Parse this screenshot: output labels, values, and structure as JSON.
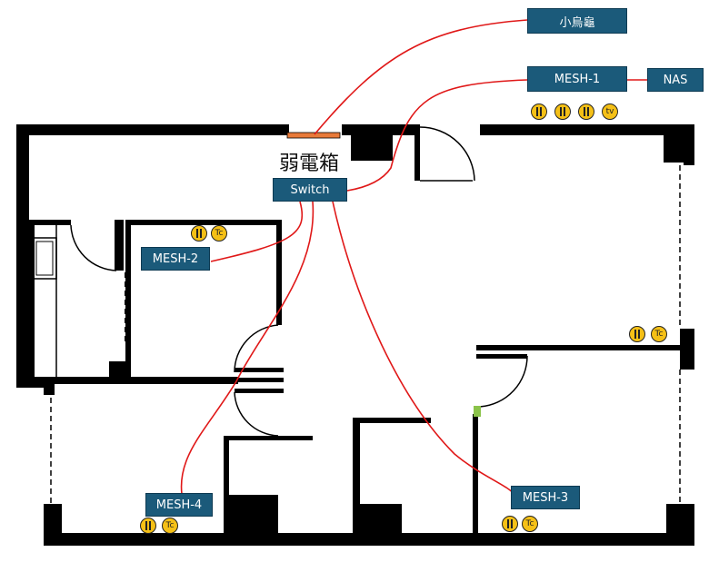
{
  "labels": {
    "xiaowudai": "小烏龜",
    "mesh1": "MESH-1",
    "nas": "NAS",
    "switch": "Switch",
    "mesh2": "MESH-2",
    "mesh3": "MESH-3",
    "mesh4": "MESH-4",
    "weak_box": "弱電箱"
  },
  "icons": {
    "jack": "network-jack-icon",
    "tv": "tv",
    "tc": "Tc"
  },
  "colors": {
    "wall": "#000000",
    "cable": "#e01818",
    "node_fill": "#1b5a7a",
    "weak_box_fill": "#e87a3a",
    "icon_fill": "#f5c016",
    "door_marker": "#8bc34a"
  }
}
